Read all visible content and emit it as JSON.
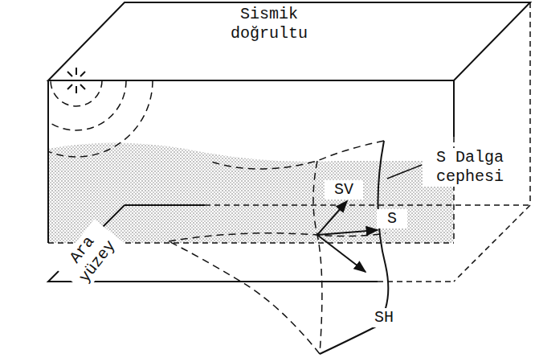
{
  "diagram": {
    "labels": [
      "Sismik doğrultu",
      "S Dalga cephesi",
      "SV",
      "S",
      "SH",
      "Ara yüzey"
    ]
  }
}
